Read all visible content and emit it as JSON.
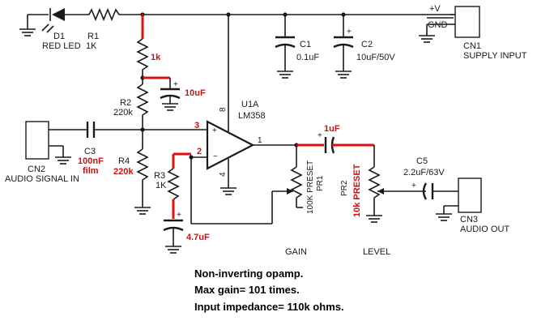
{
  "labels": {
    "d1_ref": "D1",
    "d1_val": "RED LED",
    "r1_ref": "R1",
    "r1_val": "1K",
    "plus_v": "+V",
    "gnd": "GND",
    "cn1_ref": "CN1",
    "cn1_name": "SUPPLY INPUT",
    "c1_ref": "C1",
    "c1_val": "0.1uF",
    "c2_ref": "C2",
    "c2_val": "10uF/50V",
    "r2_ref": "R2",
    "r2_val": "220k",
    "u1a_ref": "U1A",
    "u1a_val": "LM358",
    "pin8": "8",
    "pin4": "4",
    "pin1": "1",
    "c3_ref": "C3",
    "cn2_ref": "CN2",
    "cn2_name": "AUDIO SIGNAL IN",
    "r4_ref": "R4",
    "r3_ref": "R3",
    "r3_val": "1K",
    "pr1_val": "100K PRESET",
    "pr1_ref": "PR1",
    "pr2_ref": "PR2",
    "c5_ref": "C5",
    "c5_val": "2.2uF/63V",
    "cn3_ref": "CN3",
    "cn3_name": "AUDIO OUT",
    "gain": "GAIN",
    "level": "LEVEL"
  },
  "annotations": {
    "r_1k": "1k",
    "c_10uf": "10uF",
    "r4_val": "220k",
    "pin3": "3",
    "pin2": "2",
    "c3_val_1": "100nF",
    "c3_val_2": "film",
    "c_4_7uf": "4.7uF",
    "c_1uf": "1uF",
    "pr2_val": "10k PRESET"
  },
  "notes": [
    "Non-inverting opamp.",
    "Max gain= 101 times.",
    "Input impedance= 110k ohms."
  ],
  "colors": {
    "ink": "#1a1a1a",
    "highlight": "#e01010"
  }
}
